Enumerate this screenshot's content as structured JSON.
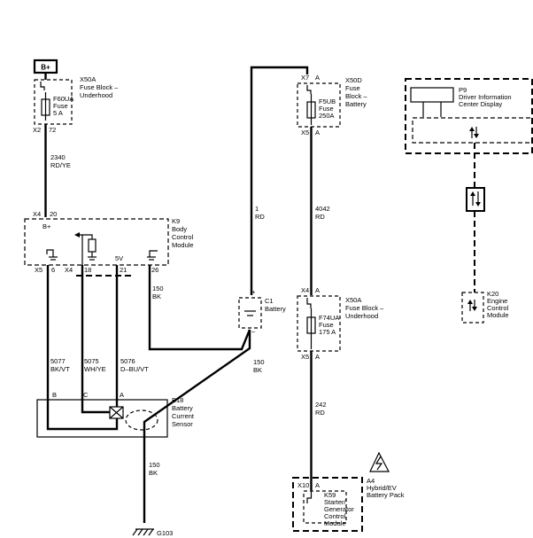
{
  "battery_positive": {
    "label": "B+"
  },
  "x50a_top": {
    "ref": "X50A",
    "name_1": "Fuse Block –",
    "name_2": "Underhood"
  },
  "f60ua": {
    "ref": "F60UA",
    "line_2": "Fuse",
    "line_3": "5 A"
  },
  "x2_pin": {
    "connector": "X2",
    "pin": "72"
  },
  "wire_2340": {
    "circuit": "2340",
    "color": "RD/YE"
  },
  "k9": {
    "connector_top": "X4",
    "pin_top": "20",
    "bplus": "B+",
    "ref": "K9",
    "name_1": "Body",
    "name_2": "Control",
    "name_3": "Module",
    "five_v": "5V",
    "bottom_connector": "X5",
    "pin_6": "6",
    "bottom_connector_2": "X4",
    "pin_18": "18",
    "pin_21": "21",
    "pin_26": "26"
  },
  "wire_1rd": {
    "circuit": "1",
    "color": "RD"
  },
  "wire_150_top": {
    "circuit": "150",
    "color": "BK"
  },
  "c1": {
    "ref": "C1",
    "name": "Battery",
    "plus": "+",
    "minus": "–"
  },
  "wire_5077": {
    "circuit": "5077",
    "color": "BK/VT"
  },
  "wire_5075": {
    "circuit": "5075",
    "color": "WH/YE"
  },
  "wire_5076": {
    "circuit": "5076",
    "color": "D–BU/VT"
  },
  "wire_150_mid": {
    "circuit": "150",
    "color": "BK"
  },
  "b18": {
    "pin_b": "B",
    "pin_c": "C",
    "pin_a": "A",
    "ref": "B18",
    "name_1": "Battery",
    "name_2": "Current",
    "name_3": "Sensor"
  },
  "wire_150_bot": {
    "circuit": "150",
    "color": "BK"
  },
  "ground": {
    "ref": "G103"
  },
  "x50d": {
    "connector_top": "X7",
    "pin_top": "A",
    "ref": "X50D",
    "name_1": "Fuse",
    "name_2": "Block –",
    "name_3": "Battery",
    "connector_bottom": "X5",
    "pin_bottom": "A"
  },
  "f5ub": {
    "ref": "F5UB",
    "line_2": "Fuse",
    "line_3": "250A"
  },
  "wire_4042": {
    "circuit": "4042",
    "color": "RD"
  },
  "x50a_mid": {
    "connector_top": "X4",
    "pin_top": "A",
    "ref": "X50A",
    "name_1": "Fuse Block –",
    "name_2": "Underhood",
    "connector_bottom": "X5",
    "pin_bottom": "A"
  },
  "f74ua": {
    "ref": "F74UA",
    "line_2": "Fuse",
    "line_3": "175 A"
  },
  "wire_242": {
    "circuit": "242",
    "color": "RD"
  },
  "a4": {
    "connector": "X10",
    "pin": "A",
    "ref": "A4",
    "name_1": "Hybrid/EV",
    "name_2": "Battery Pack"
  },
  "k59": {
    "ref": "K59",
    "name_1": "Starter/",
    "name_2": "Generator",
    "name_3": "Control",
    "name_4": "Module"
  },
  "p9": {
    "ref": "P9",
    "name_1": "Driver Information",
    "name_2": "Center Display"
  },
  "k20": {
    "ref": "K20",
    "name_1": "Engine",
    "name_2": "Control",
    "name_3": "Module"
  }
}
